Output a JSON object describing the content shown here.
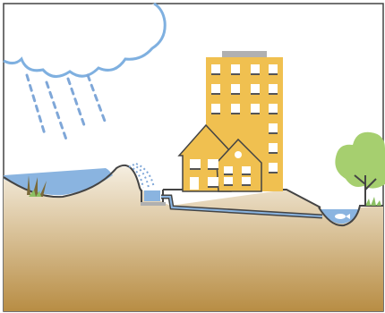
{
  "scene": {
    "elements": [
      {
        "id": "rain-cloud",
        "kind": "cloud"
      },
      {
        "id": "rain",
        "kind": "rain-streaks"
      },
      {
        "id": "lake",
        "kind": "water"
      },
      {
        "id": "reeds",
        "kind": "plants"
      },
      {
        "id": "hill",
        "kind": "terrain"
      },
      {
        "id": "spring",
        "kind": "water-spray"
      },
      {
        "id": "intake-basin",
        "kind": "structure"
      },
      {
        "id": "apartment-tower",
        "kind": "building"
      },
      {
        "id": "houses",
        "kind": "building"
      },
      {
        "id": "pipeline",
        "kind": "pipe"
      },
      {
        "id": "pond",
        "kind": "water"
      },
      {
        "id": "fish",
        "kind": "animal"
      },
      {
        "id": "tree",
        "kind": "plant"
      }
    ]
  },
  "colors": {
    "outline": "#444444",
    "cloud_stroke": "#7fb0e0",
    "rain": "#7fa7d8",
    "water": "#8ab4e0",
    "ground_top": "#f5eee0",
    "ground_bottom": "#b88d44",
    "building": "#f0c050",
    "window": "#ffffff",
    "window_sill": "#555555",
    "roof_cap": "#b0b0b0",
    "tree": "#a6cf6f",
    "reed": "#7a6a3a",
    "grass": "#8cc063"
  }
}
